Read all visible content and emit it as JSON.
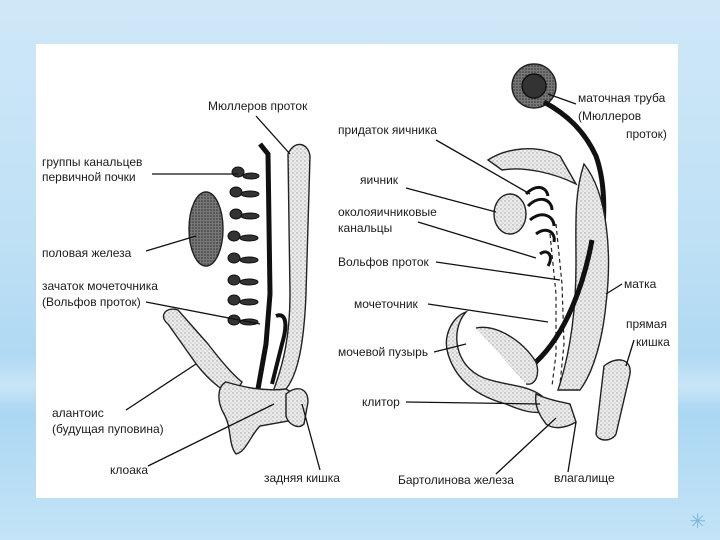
{
  "left_diagram": {
    "labels": {
      "muller_duct": "Мюллеров проток",
      "tubule_groups_1": "группы канальцев",
      "tubule_groups_2": "первичной почки",
      "gonad": "половая железа",
      "ureter_bud_1": "зачаток мочеточника",
      "ureter_bud_2": "(Вольфов проток)",
      "allantois_1": "алантоис",
      "allantois_2": "(будущая пуповина)",
      "cloaca": "клоака",
      "hindgut": "задняя кишка"
    }
  },
  "right_diagram": {
    "labels": {
      "fallopian_1": "маточная труба",
      "fallopian_2": "(Мюллеров",
      "fallopian_3": "проток)",
      "epoophoron": "придаток яичника",
      "ovary": "яичник",
      "paroophoron_1": "околояичниковые",
      "paroophoron_2": "канальцы",
      "wolffian_duct": "Вольфов проток",
      "ureter": "мочеточник",
      "uterus": "матка",
      "rectum_1": "прямая",
      "rectum_2": "кишка",
      "bladder": "мочевой пузырь",
      "clitoris": "клитор",
      "bartholin": "Бартолинова железа",
      "vagina": "влагалище"
    }
  },
  "colors": {
    "ink": "#1a1a1a",
    "tissue": "#e6e6e6",
    "dark_tissue": "#555555"
  }
}
